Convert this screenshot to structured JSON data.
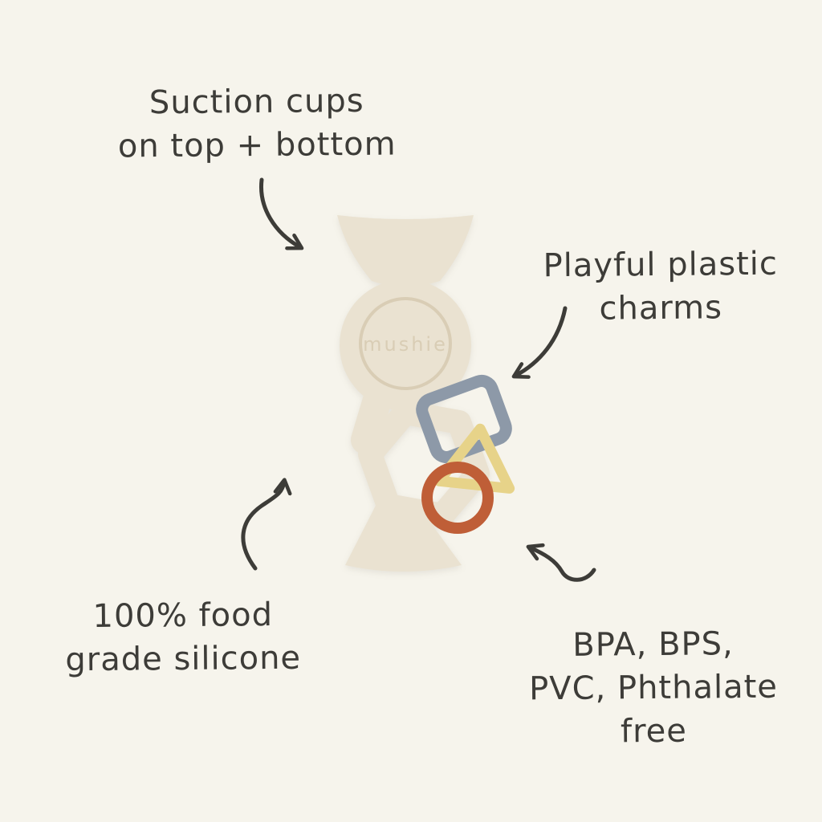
{
  "colors": {
    "background": "#f6f4ec",
    "ink": "#3d3c38",
    "body": "#eae2d1",
    "body_shade": "#d9cdb5",
    "charm_square": "#8d99a8",
    "charm_triangle": "#e7d389",
    "charm_ring": "#bf5e37"
  },
  "labels": {
    "suction_cups": {
      "line1": "Suction cups",
      "line2": "on top + bottom"
    },
    "plastic_charms": {
      "line1": "Playful plastic",
      "line2": "charms"
    },
    "food_grade": {
      "line1": "100% food",
      "line2": "grade silicone"
    },
    "chemical_free": {
      "line1": "BPA, BPS,",
      "line2": "PVC, Phthalate",
      "line3": "free"
    }
  },
  "product": {
    "brand": "mushie"
  }
}
